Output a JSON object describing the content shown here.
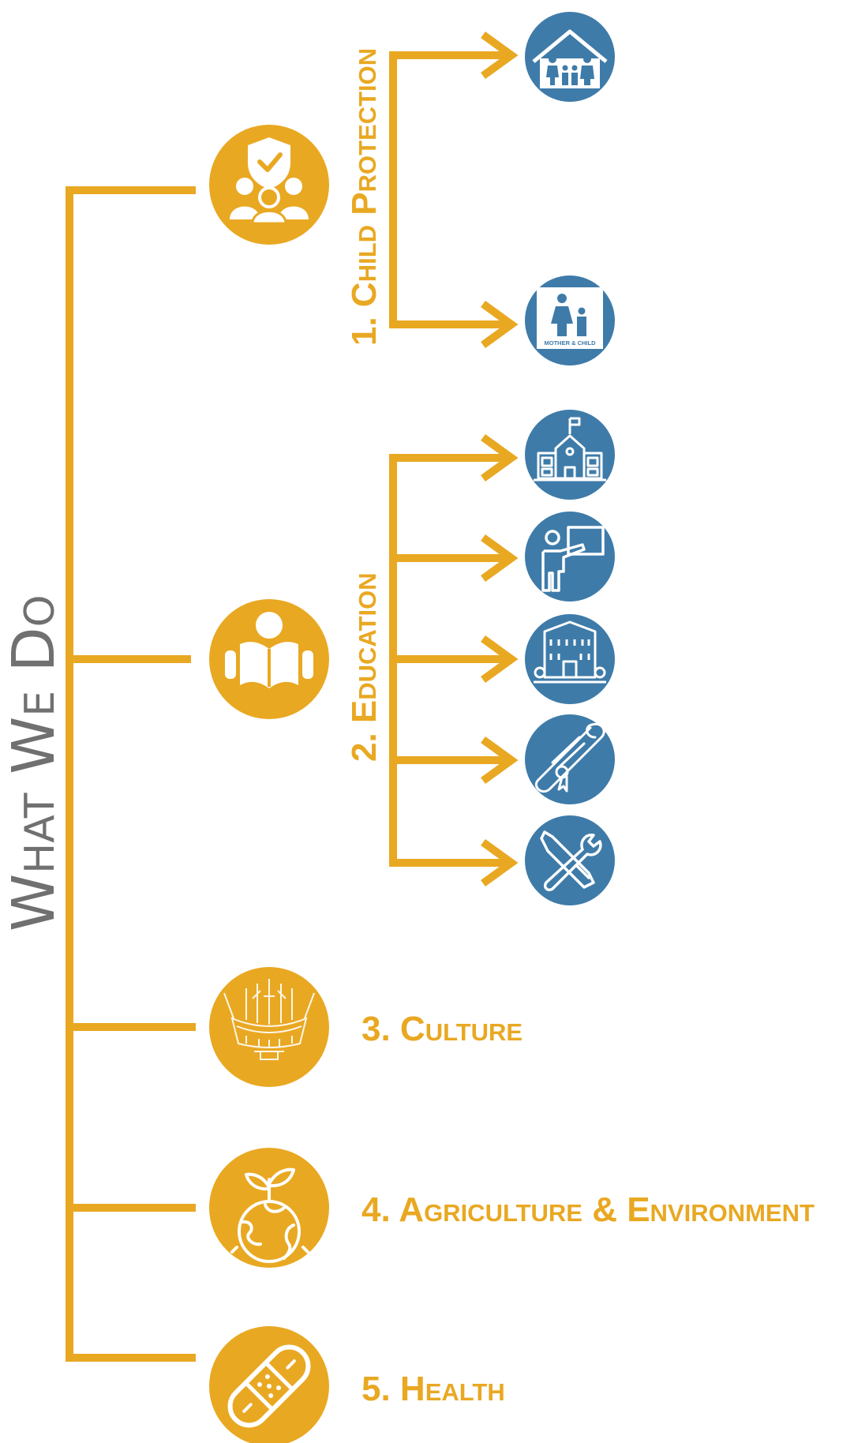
{
  "title": "What We Do",
  "colors": {
    "accent": "#E9A822",
    "sub_icon_bg": "#3E7BA9",
    "title_text": "#707070",
    "icon_fg": "#FFFFFF"
  },
  "categories": [
    {
      "label": "1. Child Protection",
      "icon": "family-shield-icon",
      "sub_icons": [
        "family-house-icon",
        "mother-and-child-icon"
      ],
      "sub_icon_text": [
        "",
        "MOTHER & CHILD"
      ]
    },
    {
      "label": "2. Education",
      "icon": "reading-child-icon",
      "sub_icons": [
        "school-building-icon",
        "teacher-board-icon",
        "university-building-icon",
        "diploma-scroll-icon",
        "tools-icon"
      ]
    },
    {
      "label": "3. Culture",
      "icon": "traditional-boat-icon"
    },
    {
      "label": "4. Agriculture & Environment",
      "icon": "globe-sprout-icon"
    },
    {
      "label": "5. Health",
      "icon": "bandage-icon"
    }
  ]
}
